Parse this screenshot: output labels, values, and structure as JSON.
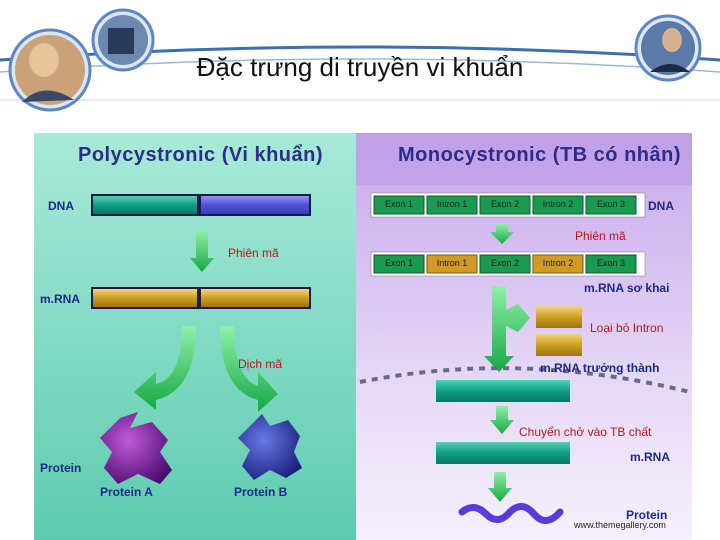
{
  "title": "Đặc trưng di truyền vi khuẩn",
  "left": {
    "heading": "Polycystronic (Vi khuẩn)",
    "dna": "DNA",
    "transcription": "Phiên mã",
    "mrna": "m.RNA",
    "translation": "Dịch mã",
    "protein": "Protein",
    "protein_a": "Protein A",
    "protein_b": "Protein B"
  },
  "right": {
    "heading": "Monocystronic (TB có nhân)",
    "dna": "DNA",
    "segments": [
      "Exon 1",
      "Intron 1",
      "Exon 2",
      "Intron 2",
      "Exon 3"
    ],
    "transcription": "Phiên mã",
    "pre_mrna": "m.RNA sơ khai",
    "remove_intron": "Loại bỏ Intron",
    "mature_mrna": "m.RNA trưởng thành",
    "transport": "Chuyển chở vào TB chất",
    "mrna": "m.RNA",
    "protein": "Protein"
  },
  "footer": "www.themegallery.com",
  "colors": {
    "left_panel": "#7fd8c2",
    "right_panel": "#cdb4ee",
    "teal_bar": "#14a08a",
    "gold_bar": "#d4a628",
    "blue_bar": "#5c5fe0",
    "navy": "#2c2c8a",
    "red_text": "#b81818",
    "green_arrow": "#2fc45a",
    "purple_protein": "#7a1a9a",
    "blue_protein": "#2a3aa8"
  }
}
